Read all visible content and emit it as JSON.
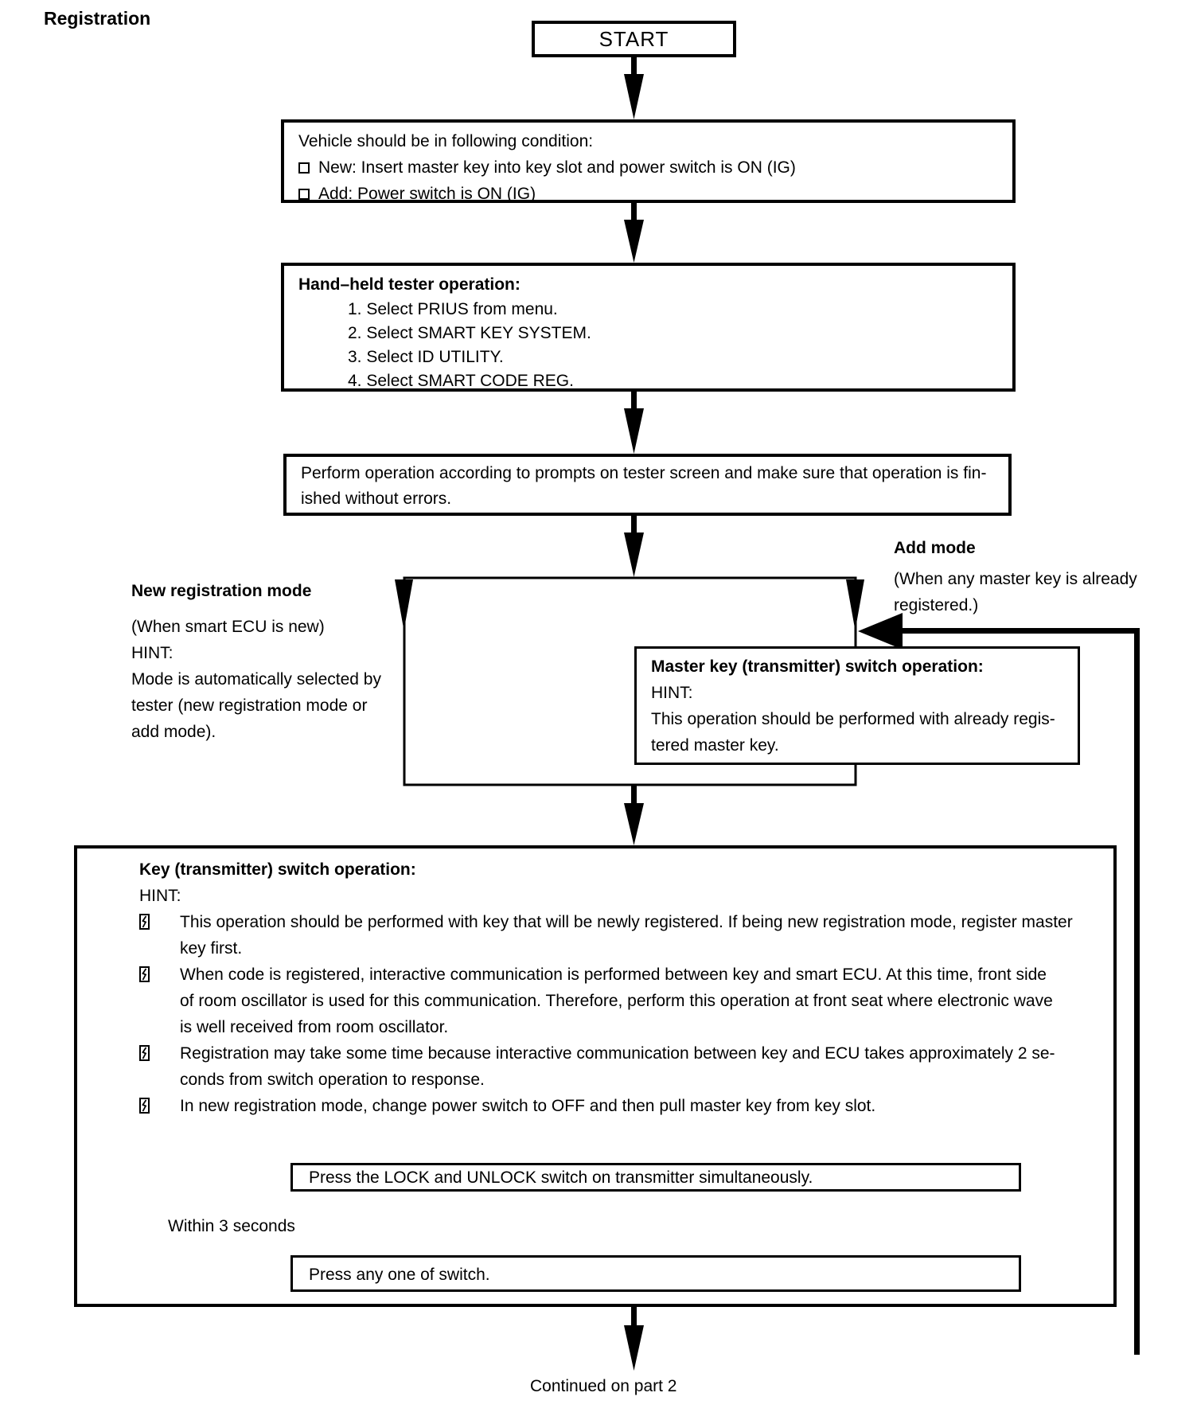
{
  "page": {
    "title": "Registration",
    "continued": "Continued on part 2"
  },
  "flow": {
    "start": "START",
    "condition_box": {
      "intro": "Vehicle should be in following condition:",
      "items": [
        "New: Insert master key into key slot and power switch is ON (IG)",
        "Add: Power switch is ON (IG)"
      ]
    },
    "tester_box": {
      "title": "Hand–held tester operation:",
      "steps": [
        "1. Select PRIUS from menu.",
        "2. Select SMART KEY SYSTEM.",
        "3. Select ID UTILITY.",
        "4. Select SMART CODE REG."
      ]
    },
    "perform_box": {
      "lines": [
        "Perform operation according to prompts on tester screen and make sure that operation is fin-",
        "ished without errors."
      ]
    },
    "new_mode": {
      "title": "New registration mode",
      "lines": [
        "(When smart ECU is new)",
        "HINT:",
        "Mode is automatically selected by",
        "tester (new registration mode or",
        "add mode)."
      ]
    },
    "add_mode": {
      "title": "Add mode",
      "lines": [
        "(When any master key is already",
        "registered.)"
      ]
    },
    "master_box": {
      "title": "Master key (transmitter) switch operation:",
      "lines": [
        "HINT:",
        "This operation should be performed with already regis-",
        "tered master key."
      ]
    },
    "key_box": {
      "title": "Key (transmitter) switch operation:",
      "hint": "HINT:",
      "bullets": [
        {
          "lines": [
            "This operation should be performed with key that will be newly registered. If being new registration mode, register master",
            "key first."
          ]
        },
        {
          "lines": [
            "When code is registered, interactive communication is performed between key and smart ECU. At this time, front side",
            "of room oscillator is used for this communication. Therefore, perform this operation at front seat where electronic wave",
            "is well received from room oscillator."
          ]
        },
        {
          "lines": [
            "Registration may take some time because interactive communication between key and ECU takes approximately 2 se-",
            "conds from switch operation to response."
          ]
        },
        {
          "lines": [
            "In new registration mode, change power switch to OFF and then pull master key from key slot."
          ]
        }
      ]
    },
    "lock_unlock_box": {
      "label": "Press the LOCK and UNLOCK switch on transmitter simultaneously."
    },
    "within_label": "Within 3 seconds",
    "press_any_box": {
      "label": "Press any one of switch."
    }
  }
}
